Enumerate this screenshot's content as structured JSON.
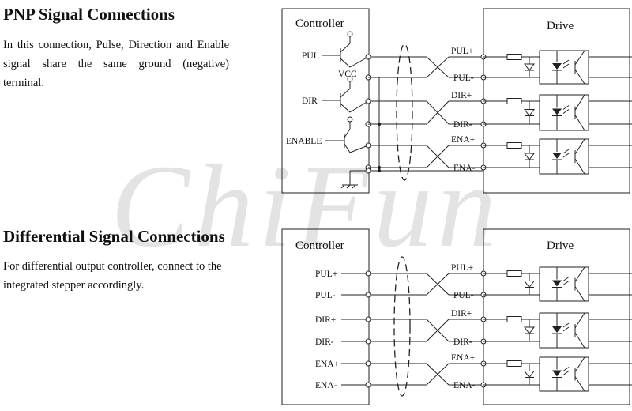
{
  "watermark": "ChiFun",
  "sections": {
    "pnp": {
      "title": "PNP Signal Connections",
      "description": "In this connection, Pulse, Direction and Enable signal share the same ground (negative) terminal.",
      "controller_label": "Controller",
      "drive_label": "Drive",
      "vcc_label": "VCC",
      "controller_signals": [
        "PUL",
        "DIR",
        "ENABLE"
      ],
      "drive_terminals": [
        "PUL+",
        "PUL-",
        "DIR+",
        "DIR-",
        "ENA+",
        "ENA-"
      ]
    },
    "differential": {
      "title": "Differential Signal Connections",
      "description": "For differential output controller, connect to the integrated stepper accordingly.",
      "controller_label": "Controller",
      "drive_label": "Drive",
      "controller_signals": [
        "PUL+",
        "PUL-",
        "DIR+",
        "DIR-",
        "ENA+",
        "ENA-"
      ],
      "drive_terminals": [
        "PUL+",
        "PUL-",
        "DIR+",
        "DIR-",
        "ENA+",
        "ENA-"
      ]
    }
  }
}
